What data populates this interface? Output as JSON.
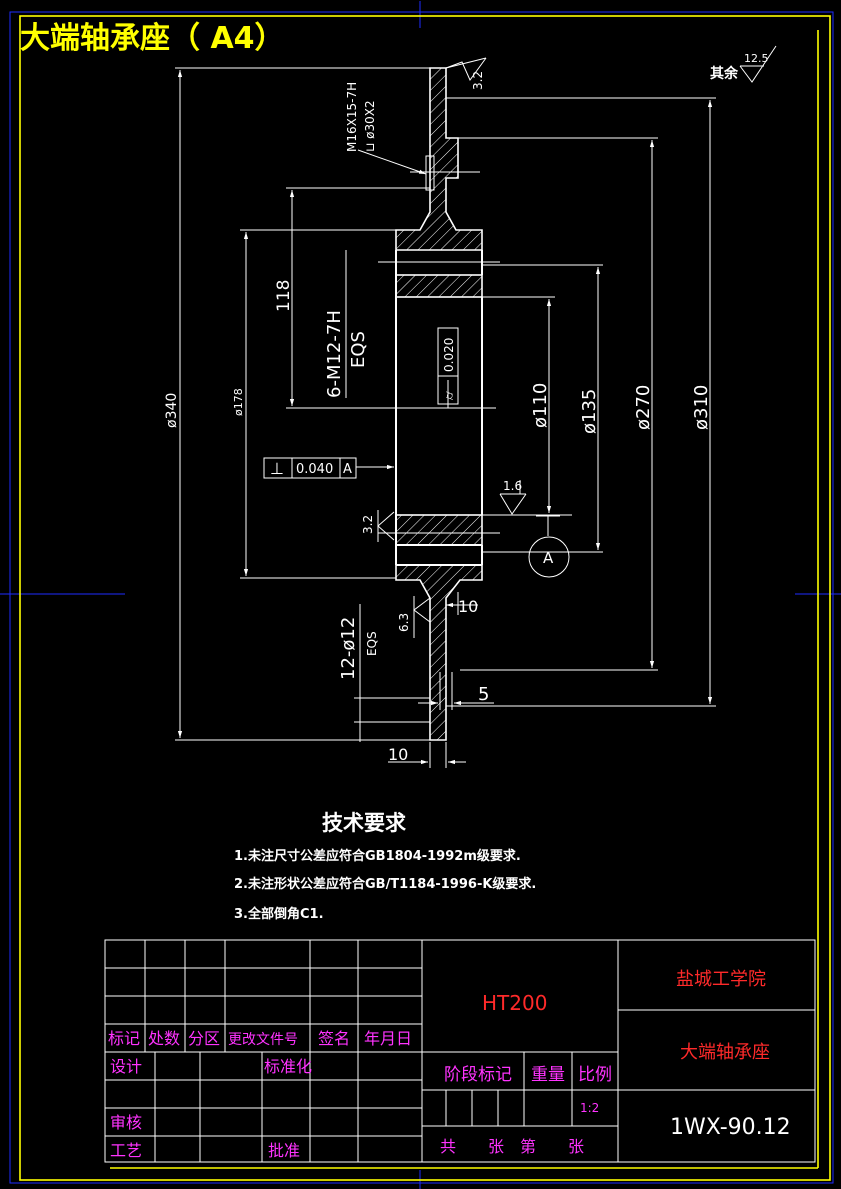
{
  "title": "大端轴承座（ A4）",
  "colors": {
    "background": "#000000",
    "line": "#ffffff",
    "frame": "#ffff00",
    "border": "#1e2cff",
    "title_block_text": "#ff33ff",
    "school_text": "#ff2a2a"
  },
  "roughness": {
    "other_label": "其余",
    "other_value": "12.5",
    "top_face": "3.2",
    "bore": "1.6",
    "left_face": "3.2",
    "flange": "6.3"
  },
  "dims": {
    "d340": "ø340",
    "d178": "ø178",
    "d110": "ø110",
    "d135": "ø135",
    "d270": "ø270",
    "d310": "ø310",
    "len118": "118",
    "len10_top": "10",
    "len5": "5",
    "len10_bottom": "10",
    "thread_main": "6-M12-7H",
    "thread_main_eqs": "EQS",
    "holes": "12-ø12",
    "holes_eqs": "EQS",
    "plug_thread": "M16X15-7H",
    "plug_counterbore": "⊔ ø30X2"
  },
  "tolerances": {
    "circ_runout_symbol": "⌭",
    "circ_runout_value": "0.020",
    "perp_symbol": "⊥",
    "perp_value": "0.040",
    "perp_datum": "A",
    "datum_label": "A"
  },
  "tech": {
    "heading": "技术要求",
    "items": [
      "1.未注尺寸公差应符合GB1804-1992m级要求.",
      "2.未注形状公差应符合GB/T1184-1996-K级要求.",
      "3.全部倒角C1."
    ]
  },
  "title_block": {
    "material": "HT200",
    "school": "盐城工学院",
    "part_name": "大端轴承座",
    "drawing_no": "1WX-90.12",
    "headers": [
      "标记",
      "处数",
      "分区",
      "更改文件号",
      "签名",
      "年月日"
    ],
    "design": "设计",
    "standard": "标准化",
    "review": "审核",
    "process": "工艺",
    "approve": "批准",
    "stage": "阶段标记",
    "weight": "重量",
    "scale": "比例",
    "scale_value": "1:2",
    "sheets": "共　　张　第　　张"
  }
}
